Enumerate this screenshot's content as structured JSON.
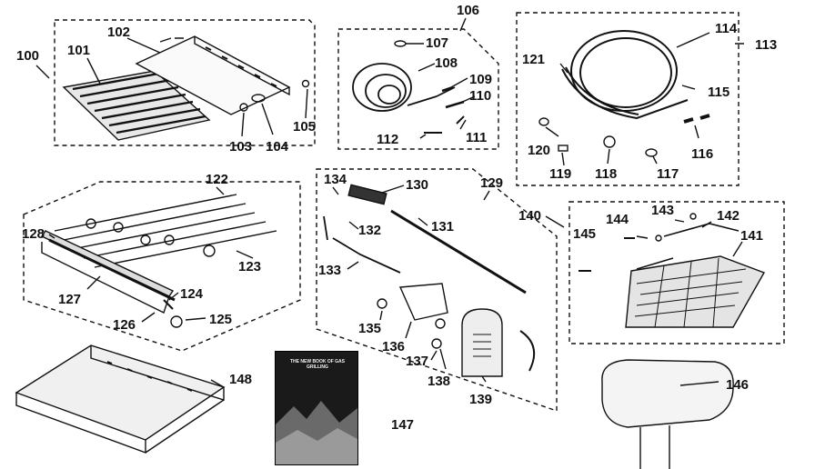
{
  "diagram": {
    "callouts": [
      "100",
      "101",
      "102",
      "103",
      "104",
      "105",
      "106",
      "107",
      "108",
      "109",
      "110",
      "111",
      "112",
      "113",
      "114",
      "115",
      "116",
      "117",
      "118",
      "119",
      "120",
      "121",
      "122",
      "123",
      "124",
      "125",
      "126",
      "127",
      "128",
      "129",
      "130",
      "131",
      "132",
      "133",
      "134",
      "135",
      "136",
      "137",
      "138",
      "139",
      "140",
      "141",
      "142",
      "143",
      "144",
      "145",
      "146",
      "147",
      "148"
    ],
    "book_cover_text": "THE NEW BOOK OF GAS GRILLING"
  }
}
